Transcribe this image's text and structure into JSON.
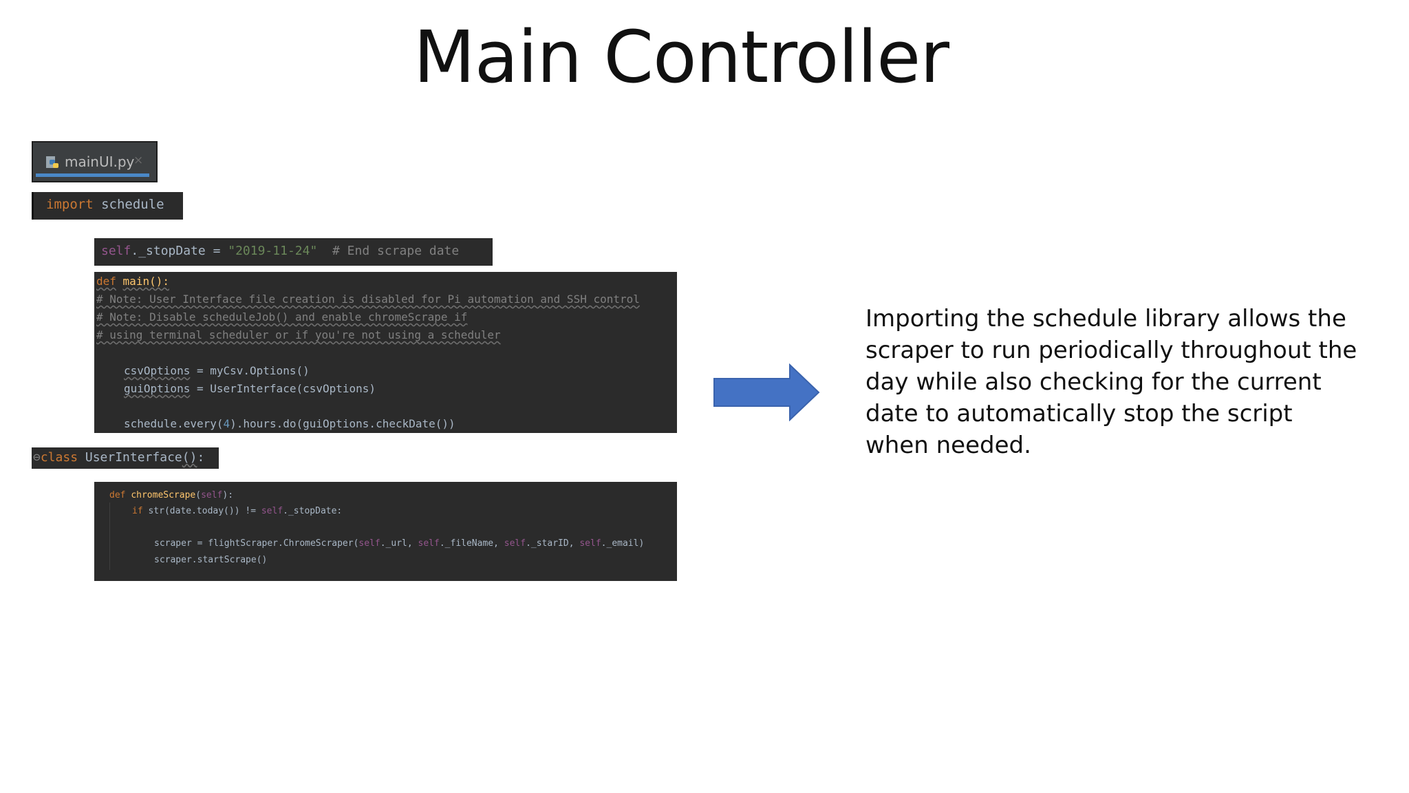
{
  "slide": {
    "title": "Main Controller"
  },
  "file_tab": {
    "label": "mainUI.py",
    "close_glyph": "×"
  },
  "import_snippet": {
    "keyword": "import",
    "module": "schedule"
  },
  "stopdate_snippet": {
    "self": "self",
    "attr": "._stopDate = ",
    "value": "\"2019-11-24\"",
    "comment": "# End scrape date"
  },
  "main_snippet": {
    "def_kw": "def",
    "signature": "main():",
    "comments": [
      "# Note: User Interface file creation is disabled for Pi automation and SSH control",
      "# Note: Disable scheduleJob() and enable chromeScrape if",
      "# using terminal scheduler or if you're not using a scheduler"
    ],
    "csv_var": "csvOptions",
    "csv_rhs": " = myCsv.Options()",
    "gui_var": "guiOptions",
    "gui_rhs": " = UserInterface(csvOptions)",
    "schedule_a": "schedule.every(",
    "schedule_num": "4",
    "schedule_b": ").hours.do(guiOptions.checkDate())"
  },
  "class_snippet": {
    "fold": "⊖",
    "keyword": "class",
    "name": " UserInterface",
    "parens": "()",
    "colon": ":"
  },
  "chrome_snippet": {
    "def_kw": "def",
    "fn_name": "chromeScrape",
    "open": "(",
    "self": "self",
    "close": "):",
    "if_kw": "if",
    "if_mid": " str(date.today()) != ",
    "if_self": "self",
    "if_attr": "._stopDate:",
    "scraper_a": "scraper = flightScraper.ChromeScraper(",
    "self1": "self",
    "arg1": "._url, ",
    "self2": "self",
    "arg2": "._fileName, ",
    "self3": "self",
    "arg3": "._starID, ",
    "self4": "self",
    "arg4": "._email)",
    "start_line": "scraper.startScrape()"
  },
  "description": "Importing the schedule library allows the scraper to run periodically throughout the day while also checking for the current date to automatically stop the script when needed.",
  "colors": {
    "arrow": "#4472c4",
    "code_bg": "#2b2b2b",
    "keyword": "#cc7832"
  },
  "icons": {
    "file": "python-file-icon",
    "arrow": "right-arrow-icon"
  }
}
